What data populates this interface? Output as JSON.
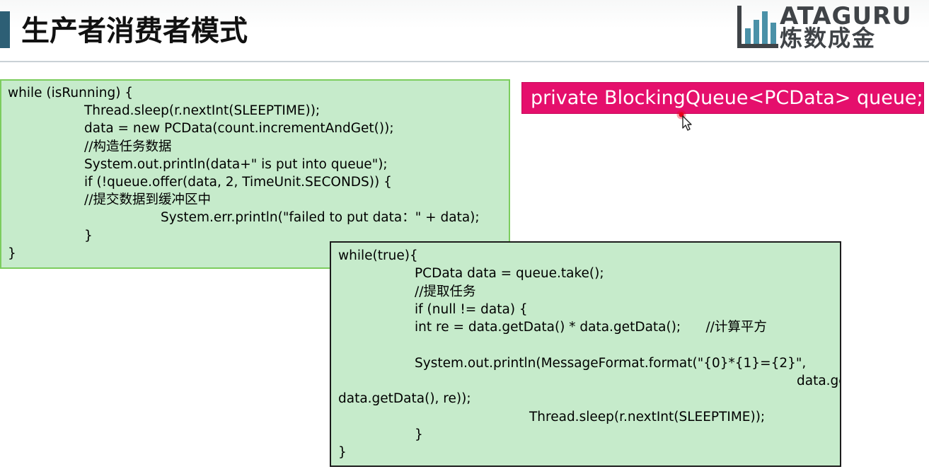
{
  "slide": {
    "title": "生产者消费者模式"
  },
  "logo": {
    "text_en": "ATAGURU",
    "text_cn": "炼数成金"
  },
  "producer": {
    "lines": [
      "while (isRunning) {",
      "\t\tThread.sleep(r.nextInt(SLEEPTIME));",
      "\t\tdata = new PCData(count.incrementAndGet());",
      "\t\t//构造任务数据",
      "\t\tSystem.out.println(data+\" is put into queue\");",
      "\t\tif (!queue.offer(data, 2, TimeUnit.SECONDS)) {",
      "\t\t//提交数据到缓冲区中",
      "\t\t\t\tSystem.err.println(\"failed to put data：\" + data);",
      "\t\t}",
      "}"
    ]
  },
  "queue_declaration": "private BlockingQueue<PCData> queue;",
  "consumer": {
    "lines": [
      "while(true){",
      "\t\tPCData data = queue.take();",
      "\t\t//提取任务",
      "\t\tif (null != data) {",
      "\t\tint re = data.getData() * data.getData();      //计算平方",
      "",
      "\t\tSystem.out.println(MessageFormat.format(\"{0}*{1}={2}\",",
      "\t\t\t\t\t\t\t\t\t\t\t\tdata.getData(),",
      "data.getData(), re));",
      "\t\t\t\t\tThread.sleep(r.nextInt(SLEEPTIME));",
      "\t\t}",
      "}"
    ]
  },
  "colors": {
    "title_accent": "#2d5f75",
    "code_background": "#c6ebcb",
    "producer_border": "#7ccd5e",
    "consumer_border": "#1c1c1c",
    "declaration_background": "#e50f6c",
    "cursor_highlight": "#e8001c"
  },
  "icons": {
    "cursor": "mouse-pointer-icon",
    "logo_mark": "bar-chart-logo-icon"
  }
}
